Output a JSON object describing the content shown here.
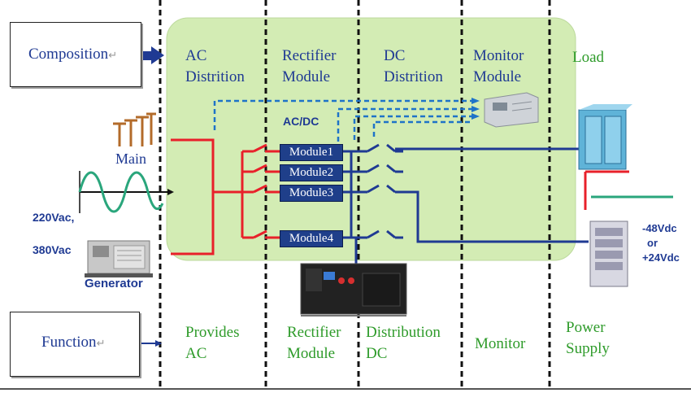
{
  "composition": {
    "label": "Composition"
  },
  "function": {
    "label": "Function"
  },
  "columns": {
    "ac": {
      "line1": "AC",
      "line2": "Distrition"
    },
    "rectifier": {
      "line1": "Rectifier",
      "line2": "Module"
    },
    "dc": {
      "line1": "DC",
      "line2": "Distrition"
    },
    "monitor": {
      "line1": "Monitor",
      "line2": "Module"
    },
    "load": "Load"
  },
  "acdc_label": "AC/DC",
  "modules": [
    "Module1",
    "Module2",
    "Module3",
    "Module4"
  ],
  "inputs": {
    "main": "Main",
    "voltage1": "220Vac,",
    "voltage2": "380Vac",
    "generator": "Generator"
  },
  "outputs": {
    "line1": "-48Vdc",
    "line2": "or",
    "line3": "+24Vdc"
  },
  "functions": {
    "ac": {
      "line1": "Provides",
      "line2": "AC"
    },
    "rectifier": {
      "line1": "Rectifier",
      "line2": "Module"
    },
    "dc": {
      "line1": "Distribution",
      "line2": "DC"
    },
    "monitor": "Monitor",
    "power": {
      "line1": "Power",
      "line2": "Supply"
    }
  },
  "colors": {
    "panel": "#d3ecb4",
    "ac_line": "#e8202a",
    "dc_line": "#1f3a93",
    "signal_line": "#1e73c8",
    "module_fill": "#1f3f8a",
    "output_bar": "#2aa67c",
    "label_green": "#2e9b2a"
  }
}
